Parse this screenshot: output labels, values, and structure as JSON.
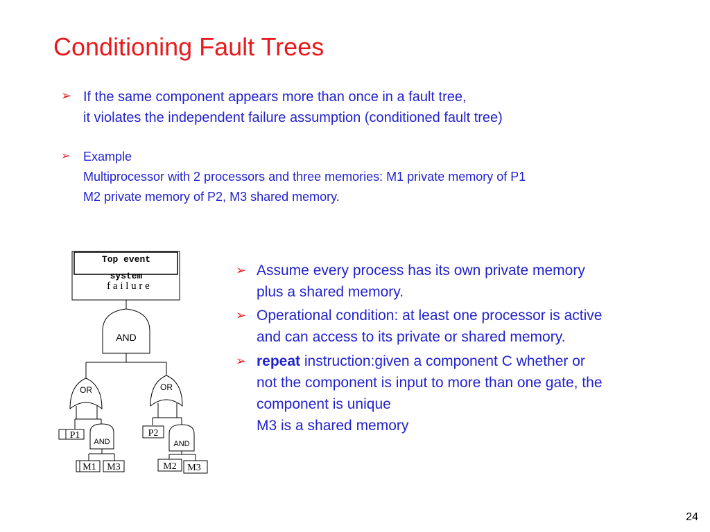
{
  "slide": {
    "title": "Conditioning Fault Trees",
    "page_number": "24"
  },
  "top_bullets": [
    {
      "lines": [
        "If the same component appears more than once in a fault tree,",
        "it violates the independent failure assumption (conditioned fault tree)"
      ]
    },
    {
      "lines": [
        "Example",
        "Multiprocessor with 2 processors and three memories: M1 private memory of P1",
        "M2 private memory of P2, M3 shared memory."
      ]
    }
  ],
  "right_bullets": [
    {
      "lines": [
        "Assume every process has its own private memory",
        "plus a shared memory."
      ]
    },
    {
      "lines": [
        "Operational condition: at least one processor is active",
        "and can access to its private or shared memory."
      ]
    },
    {
      "bold": "repeat",
      "lines": [
        " instruction:given a component C whether or",
        "not the component is input to more than one gate, the",
        "component is unique",
        "M3 is a shared memory"
      ]
    }
  ],
  "diagram": {
    "top_event_line1": "Top event",
    "top_event_line2": "system",
    "top_event_line3": "f a i l u r e",
    "gate_and_top": "AND",
    "gate_or_left": "OR",
    "gate_or_right": "OR",
    "gate_and_left": "AND",
    "gate_and_right": "AND",
    "p1": "P1",
    "p2": "P2",
    "m1": "M1",
    "m3_left": "M3",
    "m2": "M2",
    "m3_right": "M3"
  },
  "colors": {
    "title": "#e8191c",
    "text": "#2222cc",
    "arrow": "#e8191c"
  }
}
